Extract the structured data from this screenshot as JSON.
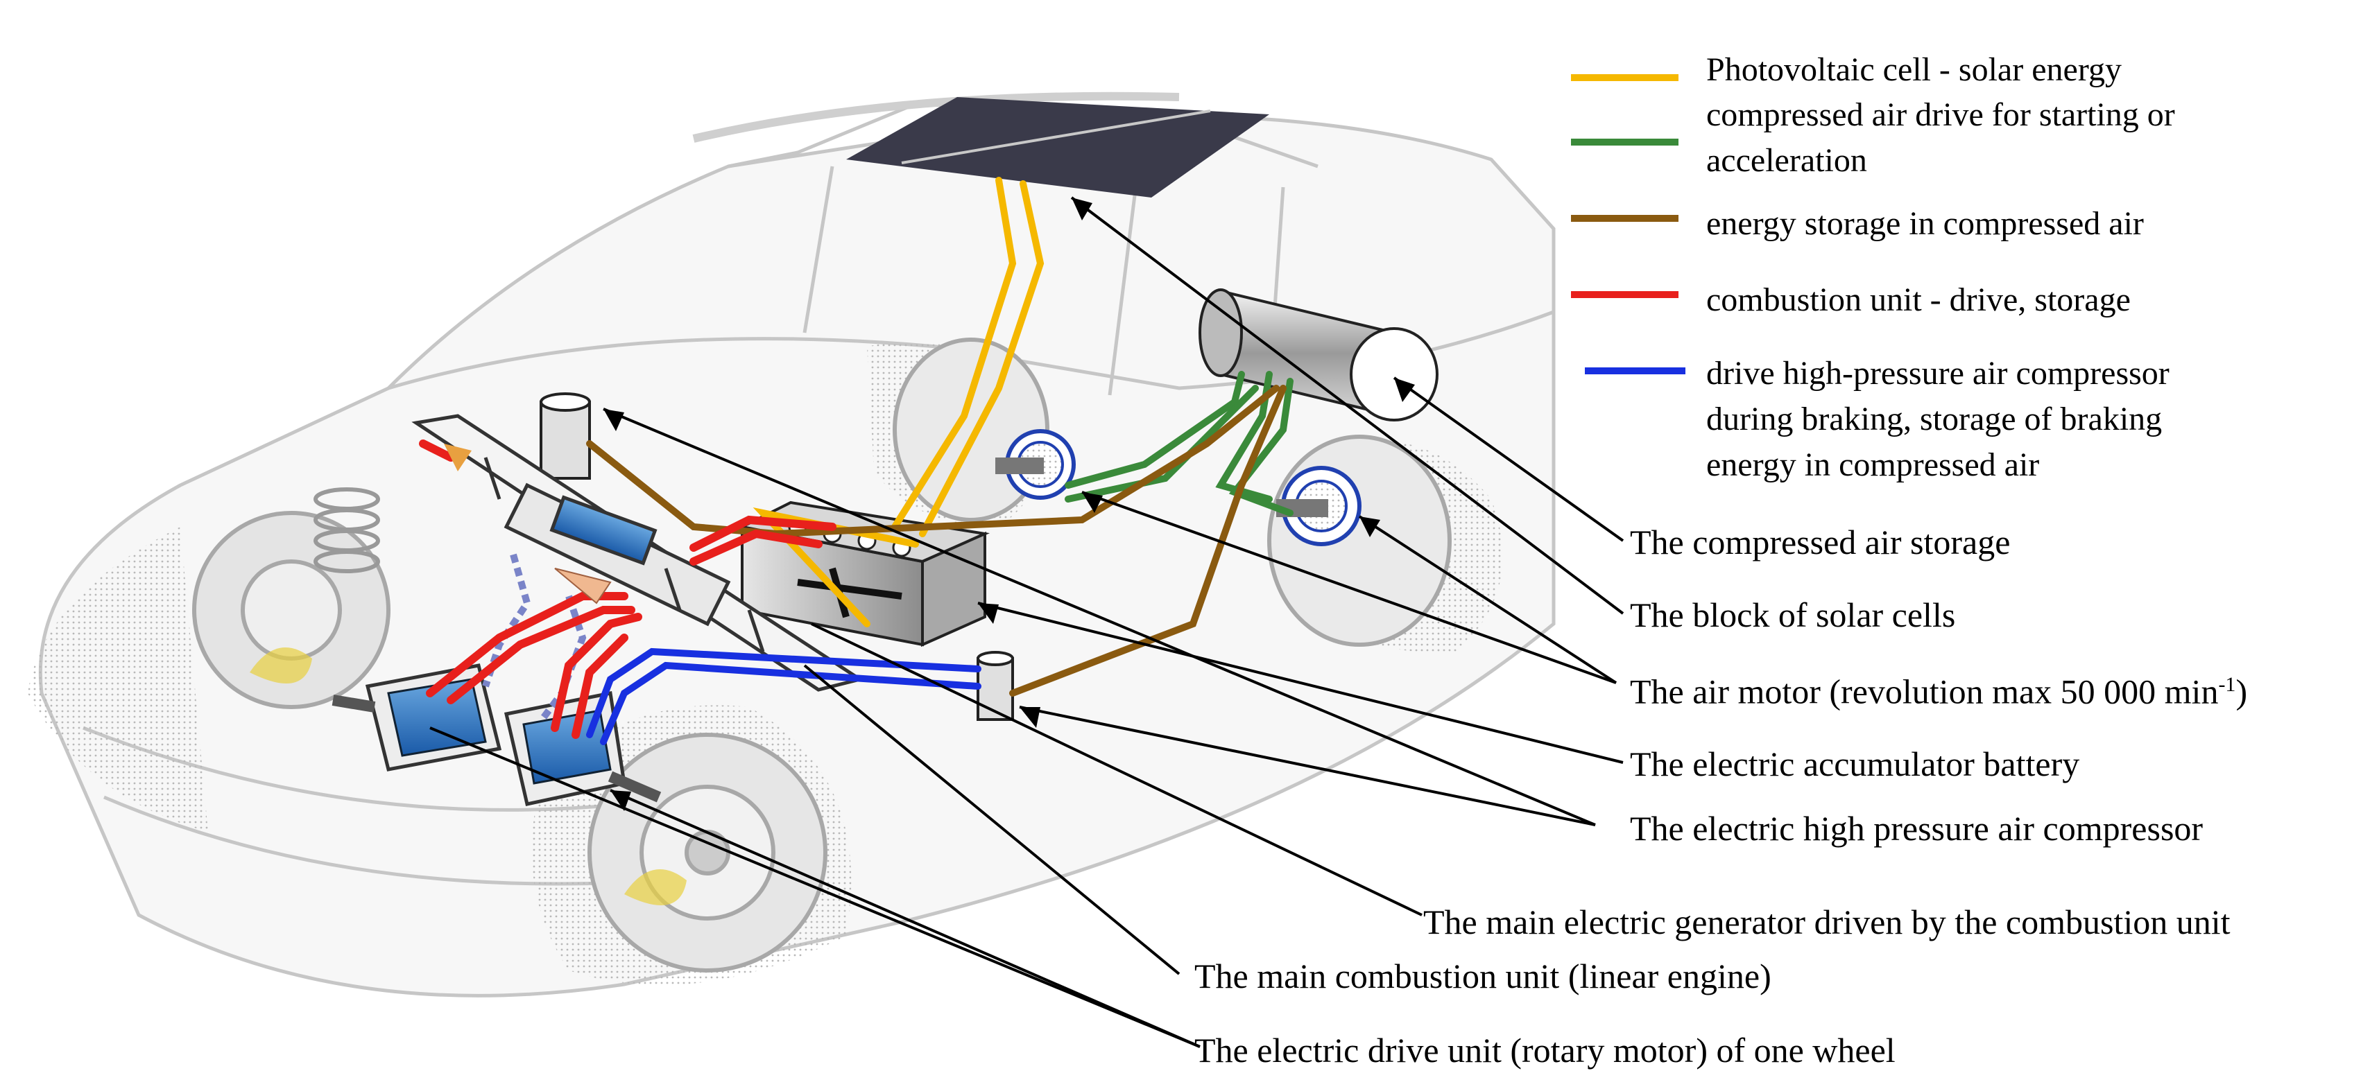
{
  "legend": [
    {
      "color": "#f5b800",
      "lines": [
        "Photovoltaic cell - solar energy"
      ]
    },
    {
      "color": "#3a8a3a",
      "lines": [
        "compressed air drive for starting or",
        "acceleration"
      ]
    },
    {
      "color": "#8a5a10",
      "lines": [
        "energy storage in compressed air"
      ]
    },
    {
      "color": "#e8201c",
      "lines": [
        "combustion unit - drive, storage"
      ]
    },
    {
      "color": "#1830e0",
      "lines": [
        "drive high-pressure air compressor",
        "during braking, storage of braking",
        "energy in compressed air"
      ]
    }
  ],
  "callouts": {
    "compressed_air_storage": "The compressed air storage",
    "solar_cells": "The block of solar cells",
    "air_motor": "The air motor (revolution  max 50 000 min",
    "air_motor_sup": "-1",
    "air_motor_close": ")",
    "accumulator_battery": "The electric accumulator battery",
    "hp_air_compressor": "The electric high pressure air compressor",
    "main_generator": "The main electric generator driven by the combustion unit",
    "combustion_unit": "The main combustion unit (linear engine)",
    "electric_drive_unit": "The electric drive unit (rotary motor) of one wheel"
  }
}
